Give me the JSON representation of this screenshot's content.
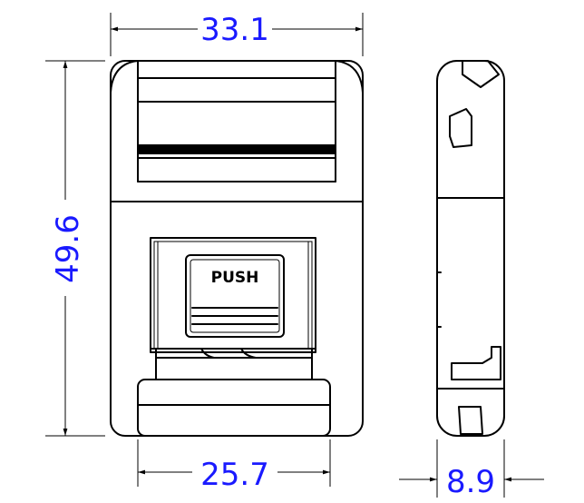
{
  "dimensions": {
    "top_width": "33.1",
    "height": "49.6",
    "bottom_width": "25.7",
    "side_thickness": "8.9"
  },
  "labels": {
    "button_text": "PUSH"
  },
  "colors": {
    "dimension_text": "#1a1aff",
    "lines": "#000000",
    "background": "#ffffff"
  }
}
